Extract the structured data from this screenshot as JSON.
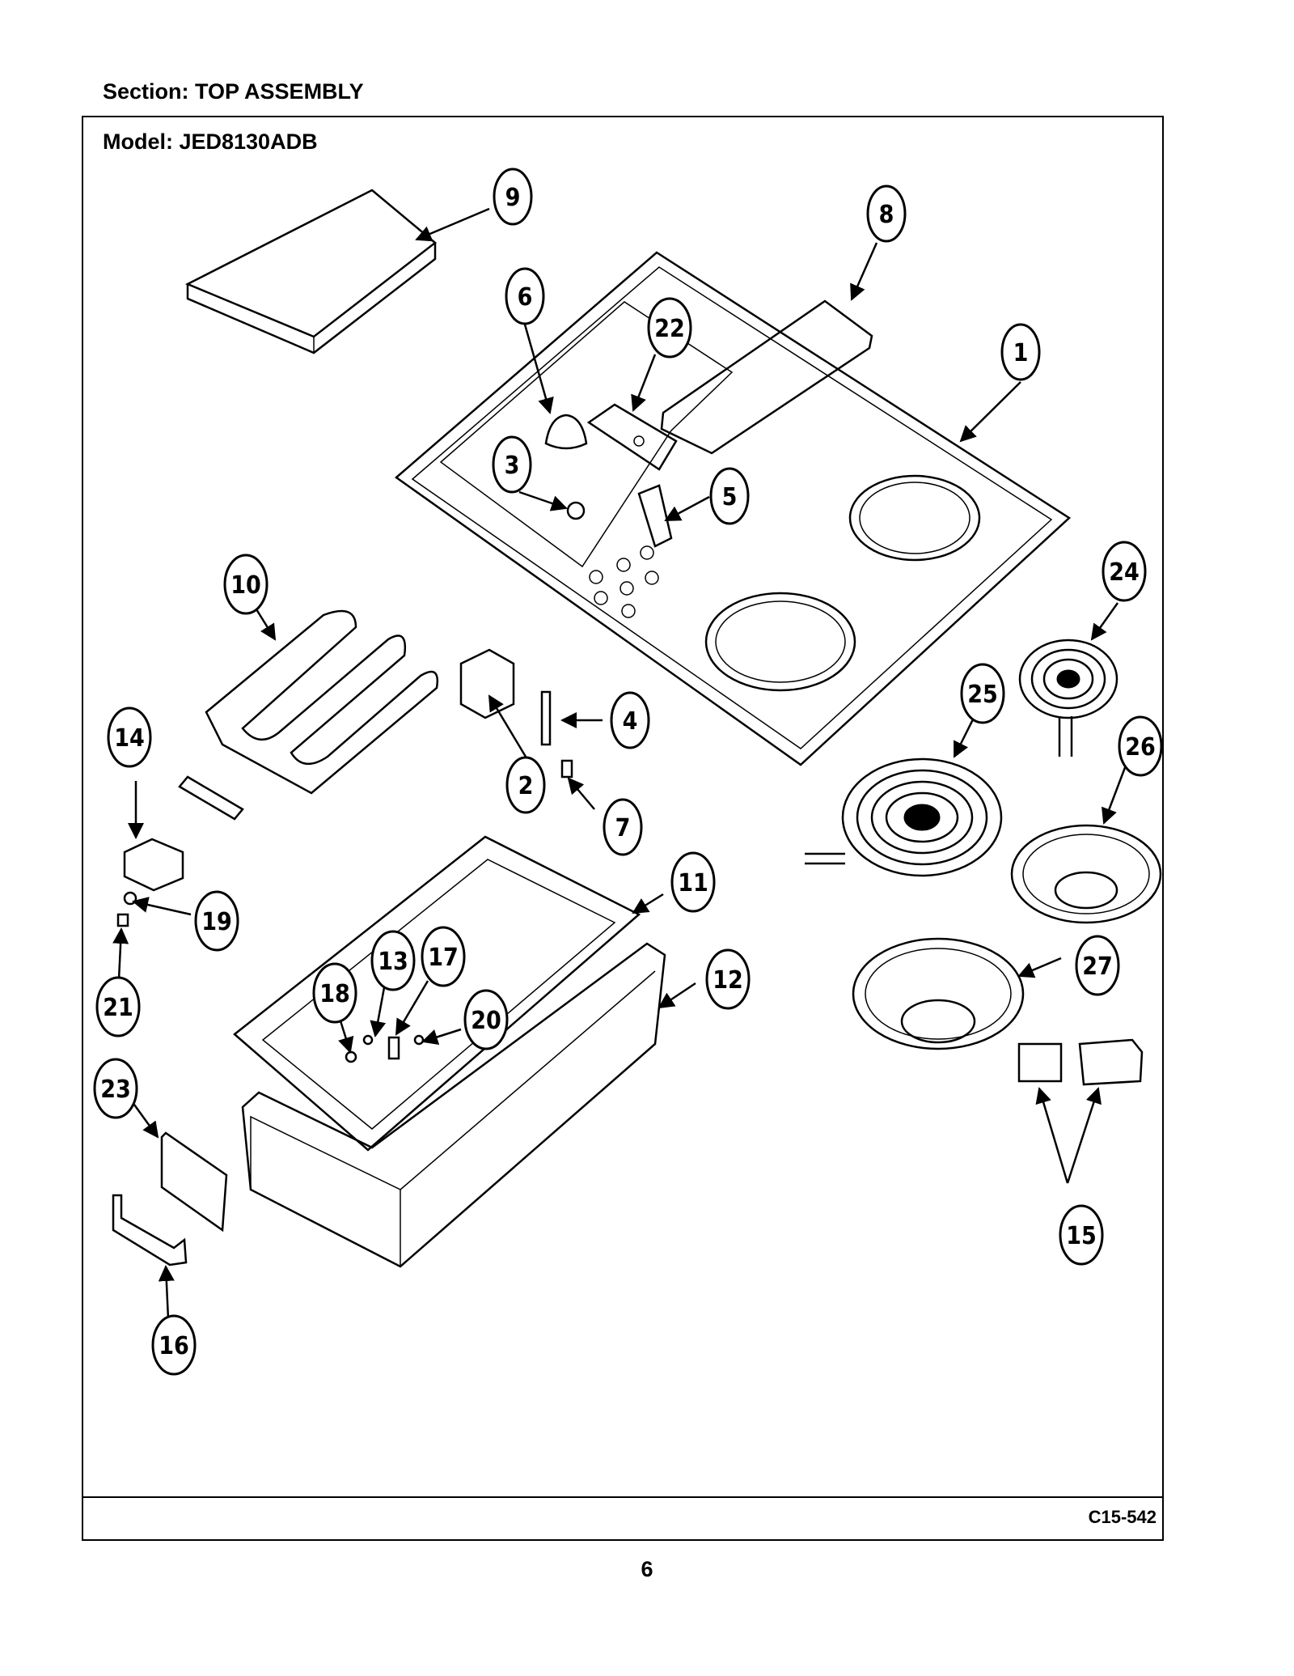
{
  "header": {
    "section_label": "Section:  TOP ASSEMBLY"
  },
  "frame": {
    "model_label": "Model:  JED8130ADB",
    "drawing_code": "C15-542"
  },
  "page": {
    "number": "6"
  },
  "callouts": [
    "1",
    "2",
    "3",
    "4",
    "5",
    "6",
    "7",
    "8",
    "9",
    "10",
    "11",
    "12",
    "13",
    "14",
    "15",
    "16",
    "17",
    "18",
    "19",
    "20",
    "21",
    "22",
    "23",
    "24",
    "25",
    "26",
    "27"
  ]
}
